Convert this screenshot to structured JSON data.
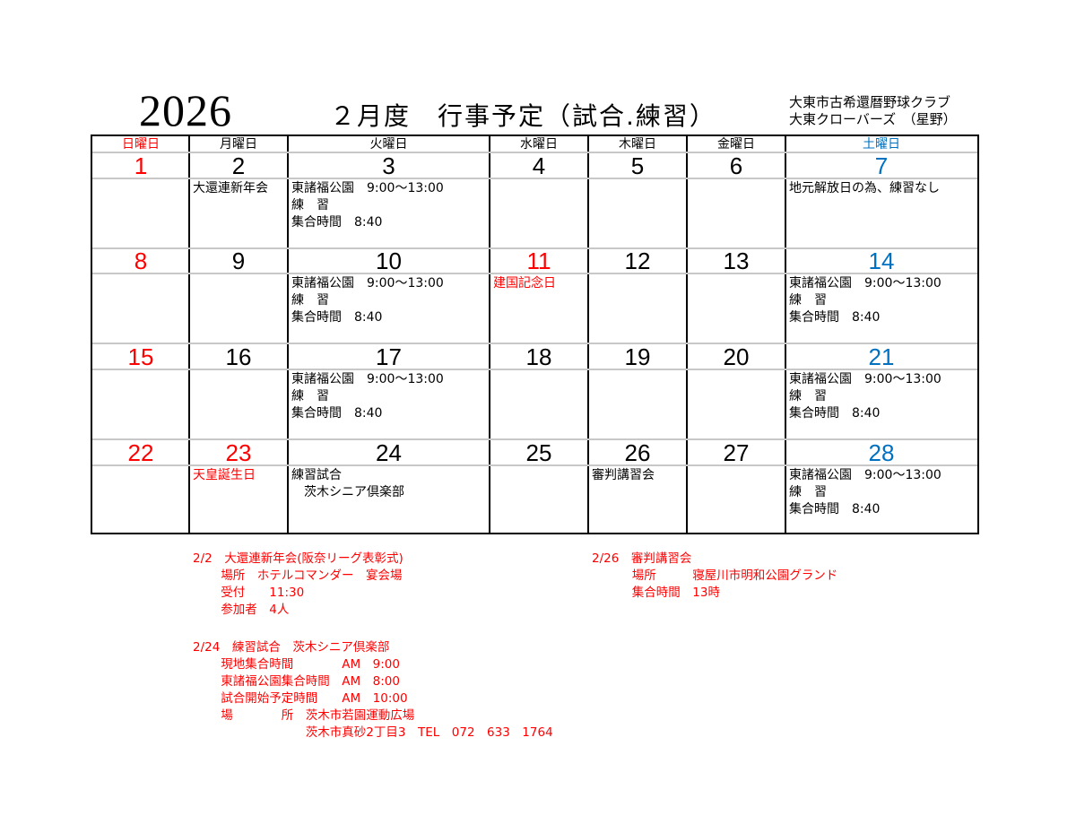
{
  "header": {
    "year": "2026",
    "title": "２月度　行事予定（試合.練習）",
    "club_line1": "大東市古希還暦野球クラブ",
    "club_line2": "大東クローバーズ　（星野）"
  },
  "colors": {
    "sunday_holiday": "#ff0000",
    "saturday": "#0070c0",
    "text": "#000000",
    "row_divider": "#c8c8c8"
  },
  "weekdays": [
    "日曜日",
    "月曜日",
    "火曜日",
    "水曜日",
    "木曜日",
    "金曜日",
    "土曜日"
  ],
  "weeks": [
    {
      "days": [
        {
          "num": "1",
          "content": ""
        },
        {
          "num": "2",
          "content": "大還連新年会"
        },
        {
          "num": "3",
          "content": "東諸福公園　9:00〜13:00\n練　習\n集合時間　8:40"
        },
        {
          "num": "4",
          "content": ""
        },
        {
          "num": "5",
          "content": ""
        },
        {
          "num": "6",
          "content": ""
        },
        {
          "num": "7",
          "content": "地元解放日の為、練習なし"
        }
      ]
    },
    {
      "days": [
        {
          "num": "8",
          "content": ""
        },
        {
          "num": "9",
          "content": ""
        },
        {
          "num": "10",
          "content": "東諸福公園　9:00〜13:00\n練　習\n集合時間　8:40"
        },
        {
          "num": "11",
          "content": "建国記念日",
          "holiday": true
        },
        {
          "num": "12",
          "content": ""
        },
        {
          "num": "13",
          "content": ""
        },
        {
          "num": "14",
          "content": "東諸福公園　9:00〜13:00\n練　習\n集合時間　8:40"
        }
      ]
    },
    {
      "days": [
        {
          "num": "15",
          "content": ""
        },
        {
          "num": "16",
          "content": ""
        },
        {
          "num": "17",
          "content": "東諸福公園　9:00〜13:00\n練　習\n集合時間　8:40"
        },
        {
          "num": "18",
          "content": ""
        },
        {
          "num": "19",
          "content": ""
        },
        {
          "num": "20",
          "content": ""
        },
        {
          "num": "21",
          "content": "東諸福公園　9:00〜13:00\n練　習\n集合時間　8:40"
        }
      ]
    },
    {
      "days": [
        {
          "num": "22",
          "content": ""
        },
        {
          "num": "23",
          "content": "天皇誕生日",
          "holiday": true
        },
        {
          "num": "24",
          "content": "練習試合\n　茨木シニア倶楽部"
        },
        {
          "num": "25",
          "content": ""
        },
        {
          "num": "26",
          "content": "審判講習会"
        },
        {
          "num": "27",
          "content": ""
        },
        {
          "num": "28",
          "content": "東諸福公園　9:00〜13:00\n練　習\n集合時間　8:40"
        }
      ]
    }
  ],
  "notes": {
    "note_0202": "2/2　大還連新年会(阪奈リーグ表彰式)\n　　 場所　ホテルコマンダー　宴会場\n　　 受付　　11:30\n　　 参加者　4人",
    "note_0226": "2/26　審判講習会\n　　　 場所　　　寝屋川市明和公園グランド\n　　　 集合時間　13時",
    "note_0224": "2/24　練習試合　茨木シニア倶楽部\n　　 現地集合時間　　　　AM　9:00\n　　 東諸福公園集合時間　AM　8:00\n　　 試合開始予定時間　　AM　10:00\n　　 場　　　　所　茨木市若園運動広場\n　　　　　　　　　 茨木市真砂2丁目3　TEL　072　633　1764"
  }
}
